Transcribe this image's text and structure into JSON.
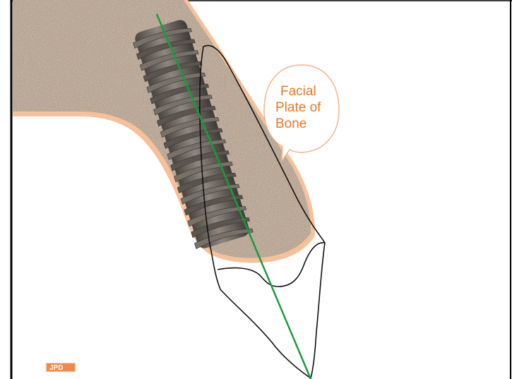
{
  "callout": {
    "lines": [
      "Facial",
      "Plate of",
      "Bone"
    ]
  },
  "logo": {
    "text": "JPD"
  },
  "colors": {
    "bone_fill": "#a7917f",
    "bone_border": "#f5c09a",
    "callout_text": "#e87722",
    "callout_border": "#f3b58a",
    "axis_line": "#1a9b3c",
    "implant": "#6b6660",
    "outline": "#111111",
    "frame": "#000000"
  }
}
